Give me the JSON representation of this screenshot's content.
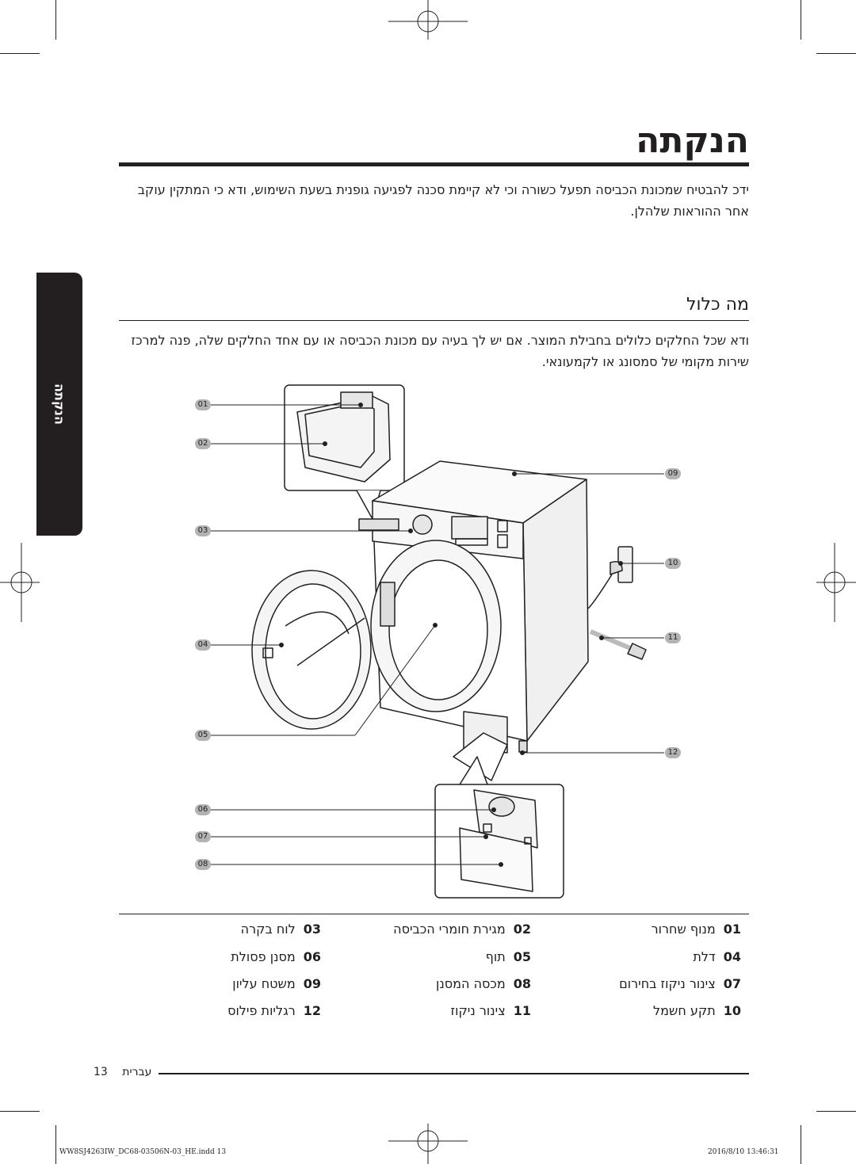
{
  "page": {
    "title": "הנקתה",
    "intro": "ידכ להבטיח שמכונת הכביסה תפעל כשורה וכי לא קיימת סכנה לפגיעה גופנית בשעת השימוש, ודא כי המתקין עוקב אחר ההוראות שלהלן.",
    "side_tab": "הנקתה"
  },
  "section": {
    "heading": "מה כלול",
    "text": "ודא שכל החלקים כלולים בחבילת המוצר. אם יש לך בעיה עם מכונת הכביסה או עם אחד החלקים שלה, פנה למרכז שירות מקומי של סמסונג או לקמעונאי."
  },
  "callouts": [
    "01",
    "02",
    "03",
    "04",
    "05",
    "06",
    "07",
    "08",
    "09",
    "10",
    "11",
    "12"
  ],
  "legend": [
    {
      "num": "01",
      "label": "מנוף שחרור"
    },
    {
      "num": "02",
      "label": "מגירת חומרי הכביסה"
    },
    {
      "num": "03",
      "label": "לוח בקרה"
    },
    {
      "num": "04",
      "label": "דלת"
    },
    {
      "num": "05",
      "label": "תוף"
    },
    {
      "num": "06",
      "label": "מסנן פסולת"
    },
    {
      "num": "07",
      "label": "צינור ניקוז בחירום"
    },
    {
      "num": "08",
      "label": "מכסה המסנן"
    },
    {
      "num": "09",
      "label": "משטח עליון"
    },
    {
      "num": "10",
      "label": "תקע חשמל"
    },
    {
      "num": "11",
      "label": "צינור ניקוז"
    },
    {
      "num": "12",
      "label": "רגליות פילוס"
    }
  ],
  "footer": {
    "page_label": "עברית",
    "page_number": "13",
    "slug_left": "WW8SJ4263IW_DC68-03506N-03_HE.indd   13",
    "slug_right": "2016/8/10   13:46:31"
  }
}
